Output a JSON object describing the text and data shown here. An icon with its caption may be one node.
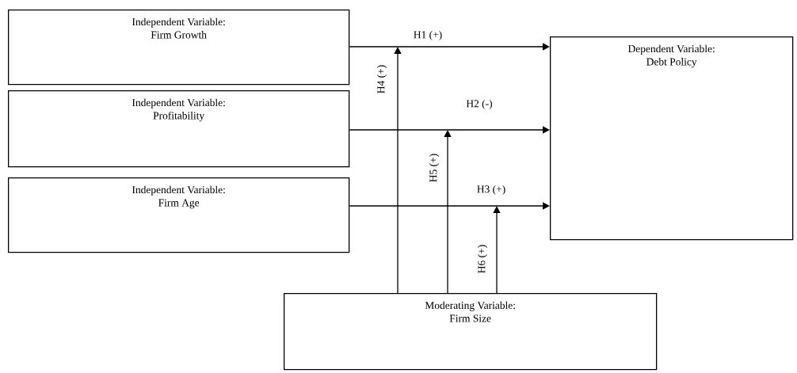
{
  "diagram": {
    "nodes": [
      {
        "text": [
          "Independent Variable:",
          "Firm Growth"
        ]
      },
      {
        "text": [
          "Independent Variable:",
          "Profitability"
        ]
      },
      {
        "text": [
          "Independent Variable:",
          "Firm Age"
        ]
      },
      {
        "text": [
          "Dependent Variable:",
          "Debt Policy"
        ]
      },
      {
        "text": [
          "Moderating Variable:",
          "Firm Size"
        ]
      }
    ],
    "edges": [
      {
        "from": 0,
        "to": 3,
        "arrow": "to",
        "label": "H1 (+)"
      },
      {
        "from": 1,
        "to": 3,
        "arrow": "to",
        "label": "H2 (-)"
      },
      {
        "from": 2,
        "to": 3,
        "arrow": "to",
        "label": "H3 (+)"
      },
      {
        "from": 4,
        "to": null,
        "arrow": "to",
        "label": "H4 (+)"
      },
      {
        "from": 4,
        "to": null,
        "arrow": "to",
        "label": "H5 (+)"
      },
      {
        "from": 4,
        "to": null,
        "arrow": "to",
        "label": "H6 (+)"
      }
    ]
  }
}
